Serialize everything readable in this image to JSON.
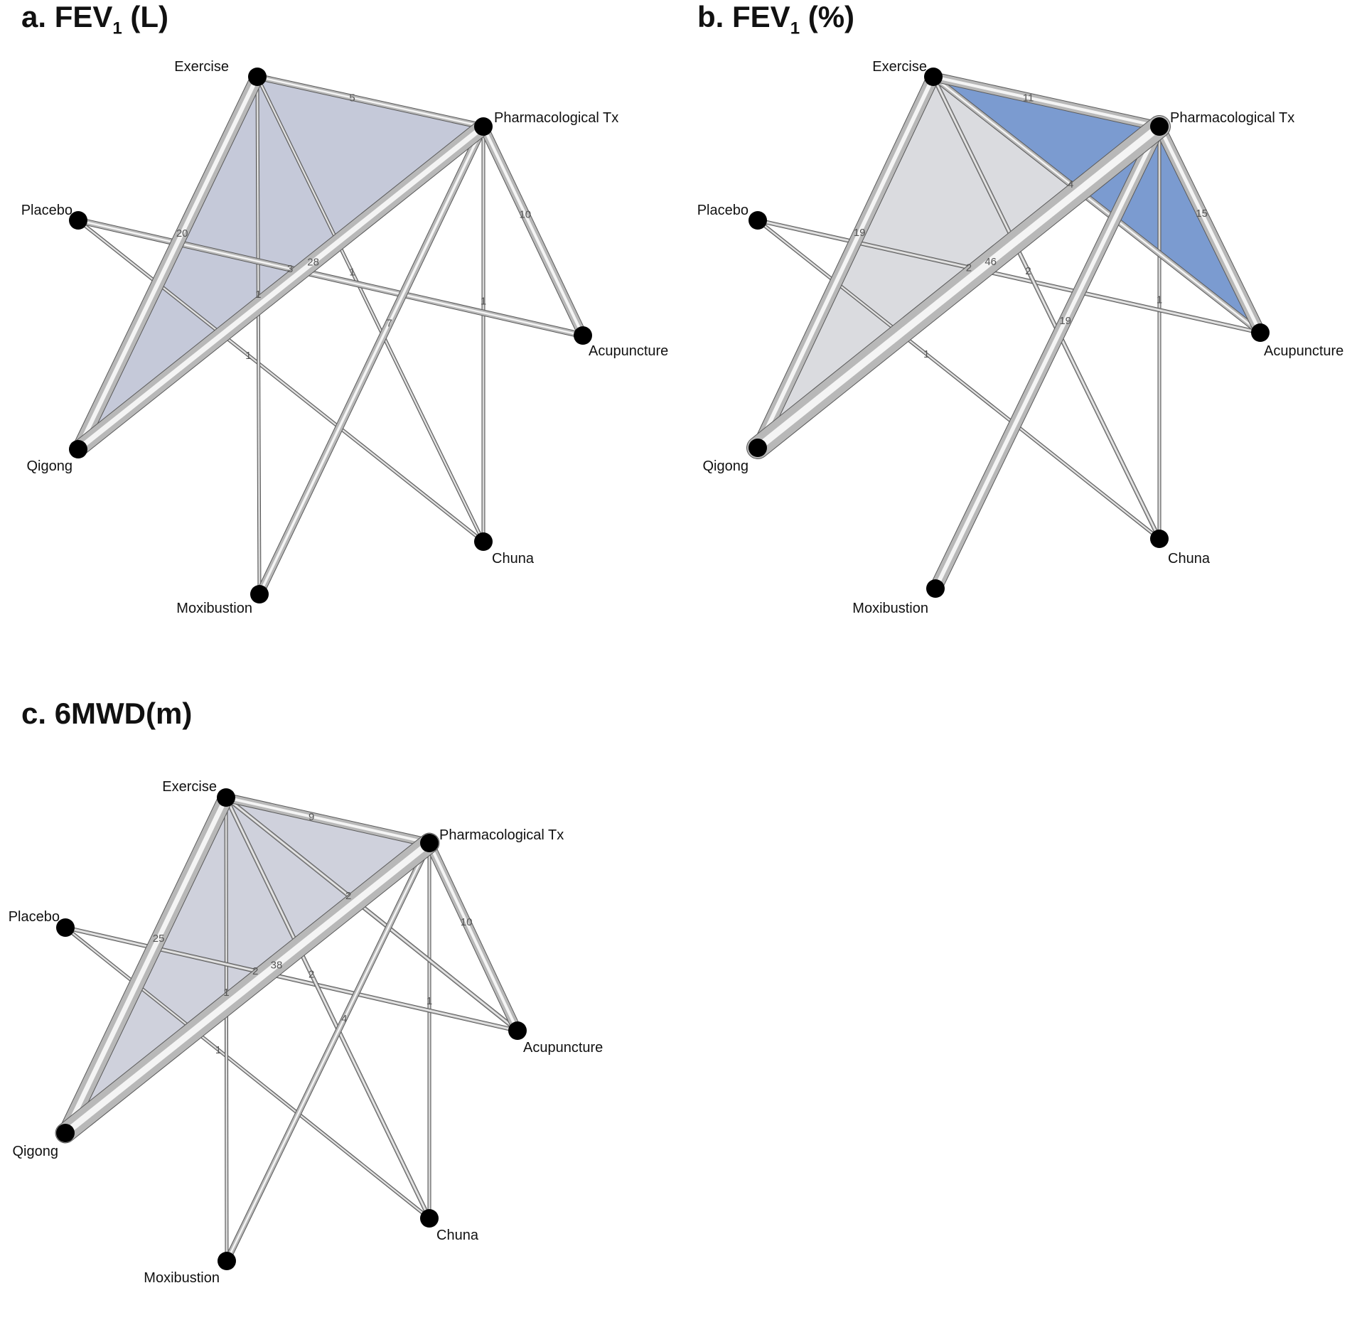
{
  "figure": {
    "panels": [
      {
        "id": "a",
        "title_prefix": "a. FEV",
        "title_sub": "1",
        "title_suffix": " (L)",
        "nodes": [
          "Exercise",
          "Pharmacological Tx",
          "Placebo",
          "Acupuncture",
          "Qigong",
          "Chuna",
          "Moxibustion"
        ],
        "edges": [
          {
            "from": "Exercise",
            "to": "Pharmacological Tx",
            "n": "5"
          },
          {
            "from": "Exercise",
            "to": "Qigong",
            "n": "20"
          },
          {
            "from": "Pharmacological Tx",
            "to": "Qigong",
            "n": "28"
          },
          {
            "from": "Pharmacological Tx",
            "to": "Acupuncture",
            "n": "10"
          },
          {
            "from": "Placebo",
            "to": "Acupuncture",
            "n": "3"
          },
          {
            "from": "Placebo",
            "to": "Chuna",
            "n": "1"
          },
          {
            "from": "Exercise",
            "to": "Moxibustion",
            "n": "1"
          },
          {
            "from": "Exercise",
            "to": "Chuna",
            "n": "1"
          },
          {
            "from": "Pharmacological Tx",
            "to": "Moxibustion",
            "n": "7"
          },
          {
            "from": "Pharmacological Tx",
            "to": "Chuna",
            "n": "1"
          }
        ],
        "shaded_triangles": [
          {
            "nodes": [
              "Exercise",
              "Pharmacological Tx",
              "Qigong"
            ],
            "color": "#c5c9d9"
          }
        ]
      },
      {
        "id": "b",
        "title_prefix": "b. FEV",
        "title_sub": "1",
        "title_suffix": " (%)",
        "nodes": [
          "Exercise",
          "Pharmacological Tx",
          "Placebo",
          "Acupuncture",
          "Qigong",
          "Chuna",
          "Moxibustion"
        ],
        "edges": [
          {
            "from": "Exercise",
            "to": "Pharmacological Tx",
            "n": "11"
          },
          {
            "from": "Exercise",
            "to": "Qigong",
            "n": "19"
          },
          {
            "from": "Pharmacological Tx",
            "to": "Qigong",
            "n": "46"
          },
          {
            "from": "Pharmacological Tx",
            "to": "Acupuncture",
            "n": "15"
          },
          {
            "from": "Exercise",
            "to": "Acupuncture",
            "n": "4"
          },
          {
            "from": "Placebo",
            "to": "Acupuncture",
            "n": "2"
          },
          {
            "from": "Placebo",
            "to": "Chuna",
            "n": "1"
          },
          {
            "from": "Exercise",
            "to": "Chuna",
            "n": "2"
          },
          {
            "from": "Pharmacological Tx",
            "to": "Moxibustion",
            "n": "19"
          },
          {
            "from": "Pharmacological Tx",
            "to": "Chuna",
            "n": "1"
          }
        ],
        "shaded_triangles": [
          {
            "nodes": [
              "Exercise",
              "Pharmacological Tx",
              "Qigong"
            ],
            "color": "#dadbdf"
          },
          {
            "nodes": [
              "Exercise",
              "Pharmacological Tx",
              "Acupuncture"
            ],
            "color": "#7b9bd0"
          }
        ]
      },
      {
        "id": "c",
        "title_prefix": "c. 6MWD(m)",
        "title_sub": "",
        "title_suffix": "",
        "nodes": [
          "Exercise",
          "Pharmacological Tx",
          "Placebo",
          "Acupuncture",
          "Qigong",
          "Chuna",
          "Moxibustion"
        ],
        "edges": [
          {
            "from": "Exercise",
            "to": "Pharmacological Tx",
            "n": "9"
          },
          {
            "from": "Exercise",
            "to": "Qigong",
            "n": "25"
          },
          {
            "from": "Pharmacological Tx",
            "to": "Qigong",
            "n": "38"
          },
          {
            "from": "Pharmacological Tx",
            "to": "Acupuncture",
            "n": "10"
          },
          {
            "from": "Exercise",
            "to": "Acupuncture",
            "n": "2"
          },
          {
            "from": "Placebo",
            "to": "Acupuncture",
            "n": "2"
          },
          {
            "from": "Placebo",
            "to": "Chuna",
            "n": "1"
          },
          {
            "from": "Exercise",
            "to": "Chuna",
            "n": "2"
          },
          {
            "from": "Exercise",
            "to": "Moxibustion",
            "n": "1"
          },
          {
            "from": "Pharmacological Tx",
            "to": "Moxibustion",
            "n": "4"
          },
          {
            "from": "Pharmacological Tx",
            "to": "Chuna",
            "n": "1"
          }
        ],
        "shaded_triangles": [
          {
            "nodes": [
              "Exercise",
              "Pharmacological Tx",
              "Qigong"
            ],
            "color": "#cfd1dc"
          }
        ]
      }
    ]
  }
}
